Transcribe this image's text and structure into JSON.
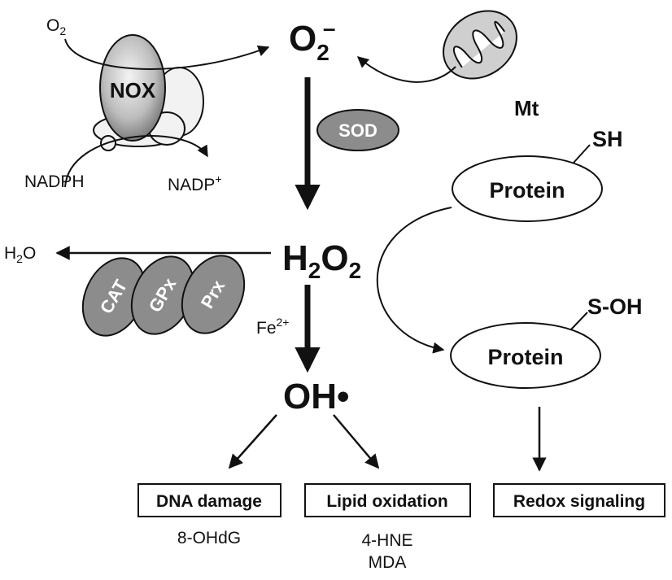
{
  "species": {
    "superoxide": {
      "base": "O",
      "sub": "2",
      "sup": "–"
    },
    "peroxide": {
      "base1": "H",
      "sub1": "2",
      "base2": "O",
      "sub2": "2"
    },
    "hydroxyl": "OH•"
  },
  "nox": {
    "label": "NOX",
    "o2": {
      "base": "O",
      "sub": "2"
    },
    "nadph": "NADPH",
    "nadp": {
      "base": "NADP",
      "sup": "+"
    }
  },
  "mitochondria": {
    "label": "Mt"
  },
  "enzymes": {
    "sod": "SOD",
    "cat": "CAT",
    "gpx": "GPx",
    "prx": "Prx"
  },
  "water": {
    "base": "H",
    "sub": "2",
    "tail": "O"
  },
  "iron": {
    "base": "Fe",
    "sup": "2+"
  },
  "protein": {
    "top_label": "Protein",
    "top_group": "SH",
    "bottom_label": "Protein",
    "bottom_group": "S-OH"
  },
  "outcomes": [
    {
      "label": "DNA damage",
      "markers": [
        "8-OHdG"
      ]
    },
    {
      "label": "Lipid oxidation",
      "markers": [
        "4-HNE",
        "MDA"
      ]
    },
    {
      "label": "Redox signaling",
      "markers": []
    }
  ],
  "colors": {
    "enzyme_fill": "#8c8c8c",
    "line": "#111111"
  }
}
